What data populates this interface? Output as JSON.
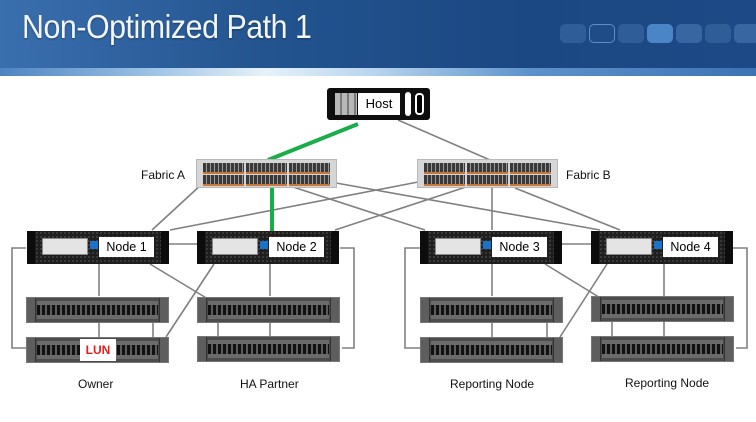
{
  "slide": {
    "title": "Non-Optimized Path 1",
    "nav_dots": [
      "dot",
      "outlined",
      "dot",
      "active",
      "mid",
      "dot",
      "mid"
    ]
  },
  "diagram": {
    "host": {
      "label": "Host"
    },
    "fabrics": [
      {
        "id": "fabric-a",
        "label": "Fabric A"
      },
      {
        "id": "fabric-b",
        "label": "Fabric B"
      }
    ],
    "nodes": [
      {
        "id": "node-1",
        "label": "Node 1",
        "role": "Owner"
      },
      {
        "id": "node-2",
        "label": "Node 2",
        "role": "HA Partner"
      },
      {
        "id": "node-3",
        "label": "Node 3",
        "role": "Reporting Node"
      },
      {
        "id": "node-4",
        "label": "Node 4",
        "role": "Reporting Node"
      }
    ],
    "lun": {
      "label": "LUN",
      "color": "#e02020"
    },
    "active_path": {
      "color": "#1aae4a",
      "hops": [
        "Host",
        "Fabric A",
        "Node 2"
      ]
    },
    "inactive_wire_color": "#808080"
  }
}
